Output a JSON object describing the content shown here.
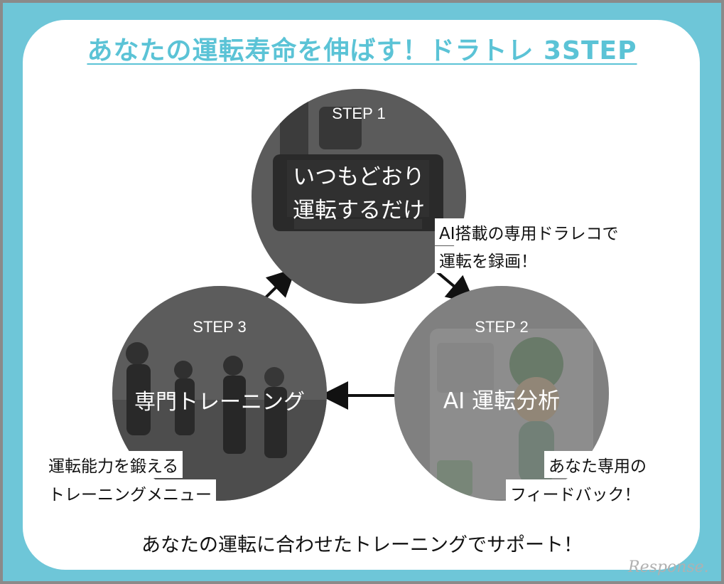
{
  "title": "あなたの運転寿命を伸ばす！ドラトレ 3STEP",
  "step1": {
    "step": "STEP 1",
    "main_line1": "いつもどおり",
    "main_line2": "運転するだけ",
    "caption_line1": "AI搭載の専用ドラレコで",
    "caption_line2": "運転を録画！"
  },
  "step2": {
    "step": "STEP 2",
    "main": "AI 運転分析",
    "caption_line1": "あなた専用の",
    "caption_line2": "フィードバック！"
  },
  "step3": {
    "step": "STEP 3",
    "main": "専門トレーニング",
    "caption_line1": "運転能力を鍛える",
    "caption_line2": "トレーニングメニュー"
  },
  "footer": "あなたの運転に合わせたトレーニングでサポート！",
  "watermark": "Response.",
  "colors": {
    "accent": "#5bc3d6",
    "background": "#6ec6d8"
  }
}
